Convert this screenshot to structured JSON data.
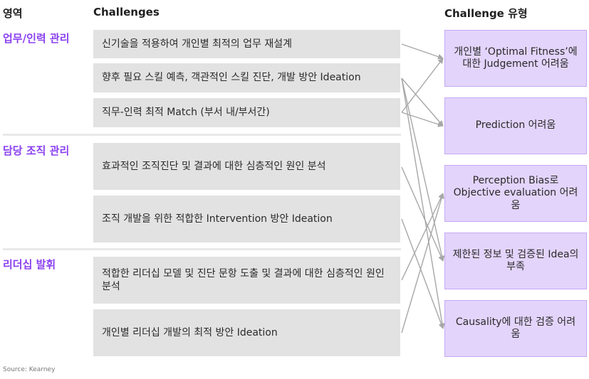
{
  "headers": {
    "area": "영역",
    "challenges": "Challenges",
    "types": "Challenge 유형"
  },
  "areas": [
    "업무/인력 관리",
    "담당 조직 관리",
    "리더십 발휘"
  ],
  "challenges": [
    "신기술을 적용하여 개인별 최적의 업무 재설계",
    "향후 필요 스킬 예측, 객관적인 스킬 진단, 개발 방안 Ideation",
    "직무-인력 최적 Match (부서 내/부서간)",
    "효과적인 조직진단 및 결과에 대한 심층적인 원인 분석",
    "조직 개발을 위한 적합한 Intervention 방안 Ideation",
    "적합한 리더십 모델 및 진단 문항 도출 및 결과에 대한 심층적인 원인 분석",
    "개인별 리더십 개발의 최적 방안 Ideation"
  ],
  "categories": [
    "개인별 ‘Optimal Fitness’에 대한 Judgement 어려움",
    "Prediction 어려움",
    "Perception Bias로 Objective evaluation 어려움",
    "제한된 정보 및 검증된 Idea의 부족",
    "Causality에 대한 검증 어려움"
  ],
  "links": [
    [
      0,
      0
    ],
    [
      1,
      1
    ],
    [
      1,
      3
    ],
    [
      1,
      4
    ],
    [
      2,
      0
    ],
    [
      2,
      1
    ],
    [
      3,
      3
    ],
    [
      4,
      4
    ],
    [
      5,
      2
    ],
    [
      6,
      2
    ]
  ],
  "colors": {
    "accent": "#8a3ff0",
    "category_fill": "#e3d4fb",
    "challenge_fill": "#e2e2e2",
    "arrow": "#a7a7a7"
  },
  "source": "Source: Kearney"
}
